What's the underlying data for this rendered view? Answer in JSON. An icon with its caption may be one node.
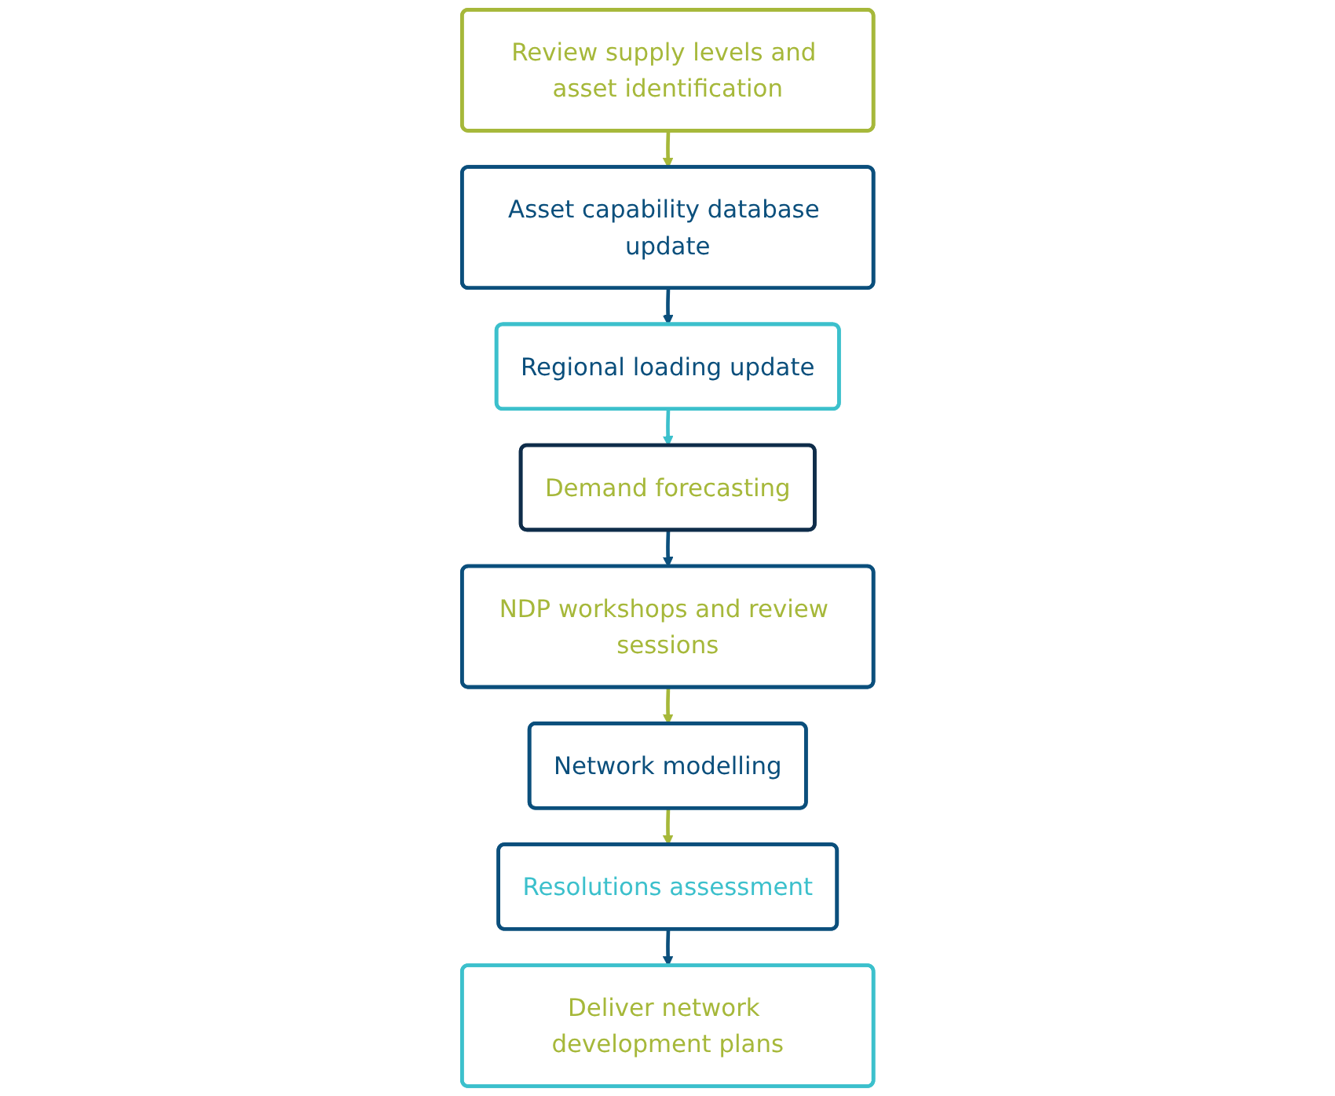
{
  "diagram": {
    "nodes": [
      {
        "text": [
          "Review supply levels and asset identification"
        ]
      },
      {
        "text": [
          "Asset capability database update"
        ]
      },
      {
        "text": [
          "Regional loading update"
        ]
      },
      {
        "text": [
          "Demand forecasting"
        ]
      },
      {
        "text": [
          "NDP workshops and review sessions"
        ]
      },
      {
        "text": [
          "Network modelling"
        ]
      },
      {
        "text": [
          "Resolutions assessment"
        ]
      },
      {
        "text": [
          "Deliver network development plans"
        ]
      }
    ],
    "edges": [
      {
        "from": 0,
        "to": 1,
        "arrow": "to",
        "color": "#a6b83a"
      },
      {
        "from": 1,
        "to": 2,
        "arrow": "to",
        "color": "#0b4f7c"
      },
      {
        "from": 2,
        "to": 3,
        "arrow": "to",
        "color": "#3cc0cc"
      },
      {
        "from": 3,
        "to": 4,
        "arrow": "to",
        "color": "#0b4f7c"
      },
      {
        "from": 4,
        "to": 5,
        "arrow": "to",
        "color": "#a6b83a"
      },
      {
        "from": 5,
        "to": 6,
        "arrow": "to",
        "color": "#a6b83a"
      },
      {
        "from": 6,
        "to": 7,
        "arrow": "to",
        "color": "#0b4f7c"
      }
    ]
  }
}
